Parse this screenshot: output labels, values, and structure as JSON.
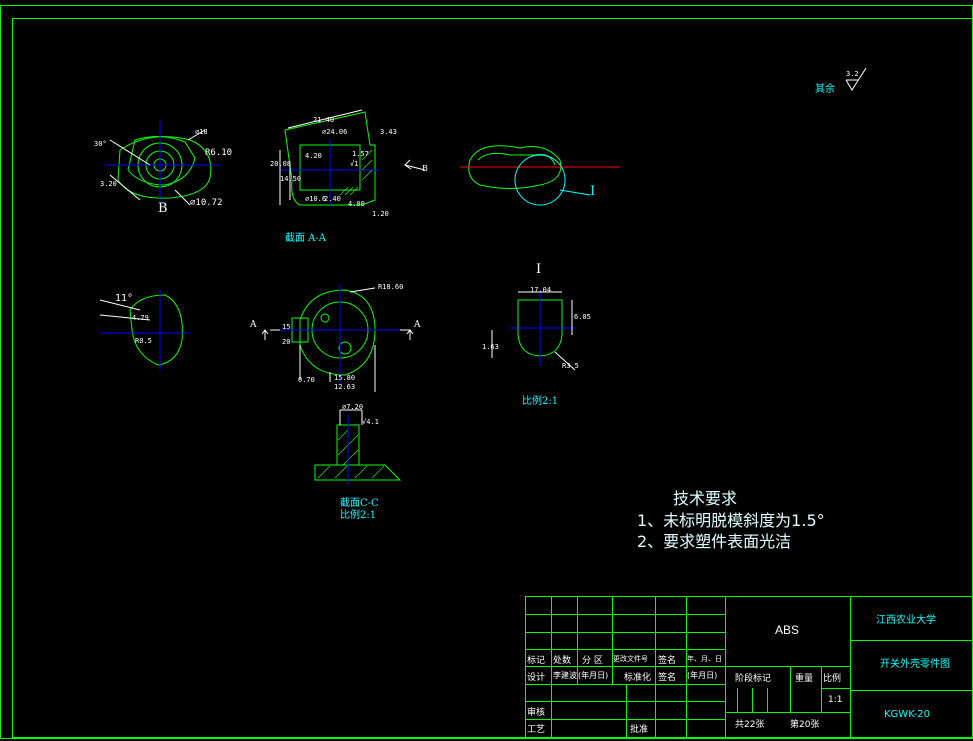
{
  "colors": {
    "background": "#000000",
    "frame": "#00ff00",
    "text": "#00ffff",
    "dim": "#ffffff",
    "axis": "#0000ff",
    "center": "#ff0000"
  },
  "drawing": {
    "roughness_other": "其余",
    "roughness_value": "3.2",
    "views": {
      "front": {
        "dims": [
          "∅18",
          "R6.10",
          "∅10.72",
          "30°",
          "3.20"
        ],
        "label": "B"
      },
      "section_aa": {
        "title": "截面  A-A",
        "dims": [
          "21.40",
          "∅24.06",
          "3.43",
          "4.20",
          "20.08",
          "14.50",
          "∅10.6",
          "2.40",
          "4.00",
          "1.20",
          "√1",
          "1.57"
        ]
      },
      "arrow_b": "B",
      "top": {
        "detail_mark": "I"
      },
      "side": {
        "dims": [
          "11°",
          "4.79",
          "R0.5"
        ]
      },
      "plan": {
        "dims": [
          "R18.60",
          "0.70",
          "15.80",
          "12.63",
          "15",
          "20"
        ],
        "label_left": "A",
        "label_right": "A"
      },
      "detail_i": {
        "title": "I",
        "dims": [
          "17.04",
          "6.05",
          "1.63",
          "R3.5"
        ],
        "scale": "比例2:1"
      },
      "section_cc": {
        "dims": [
          "∅7.20",
          "√4.1"
        ],
        "title": "截面C-C",
        "scale": "比例2:1"
      }
    },
    "tech_req": {
      "title": "技术要求",
      "items": [
        "1、未标明脱模斜度为1.5°",
        "2、要求塑件表面光洁"
      ]
    }
  },
  "title_block": {
    "material": "ABS",
    "school": "江西农业大学",
    "part_name": "开关外壳零件图",
    "code": "KGWK-20",
    "scale": "1:1",
    "sheets": "共22张",
    "sheet_no": "第20张",
    "stage_mark": "阶段标记",
    "weight": "重量",
    "ratio": "比例",
    "row_header": [
      "标记",
      "处数",
      "分 区",
      "更改文件号",
      "签名",
      "年、月、日"
    ],
    "design_row": [
      "设计",
      "李建波",
      "(年月日)",
      "标准化",
      "签名",
      "(年月日)"
    ],
    "check": "审核",
    "process": "工艺",
    "approve": "批准"
  }
}
